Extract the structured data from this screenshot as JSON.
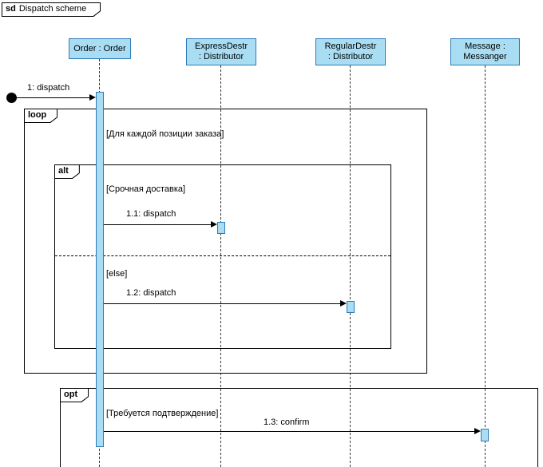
{
  "diagram": {
    "keyword": "sd",
    "name": "Dispatch scheme"
  },
  "lifelines": [
    {
      "lines": [
        "Order : Order"
      ]
    },
    {
      "lines": [
        "ExpressDestr",
        ": Distributor"
      ]
    },
    {
      "lines": [
        "RegularDestr",
        ": Distributor"
      ]
    },
    {
      "lines": [
        "Message :",
        "Messanger"
      ]
    }
  ],
  "fragments": [
    {
      "operator": "loop",
      "guard": "[Для каждой позиции заказа]"
    },
    {
      "operator": "alt",
      "guards": [
        "[Срочная доставка]",
        "[else]"
      ]
    },
    {
      "operator": "opt",
      "guard": "[Требуется подтверждение]"
    }
  ],
  "messages": [
    {
      "label": "1: dispatch"
    },
    {
      "label": "1.1: dispatch"
    },
    {
      "label": "1.2: dispatch"
    },
    {
      "label": "1.3: confirm"
    }
  ],
  "colors": {
    "lifeline_fill": "#a9ddf3",
    "lifeline_border": "#2f7bb6"
  }
}
